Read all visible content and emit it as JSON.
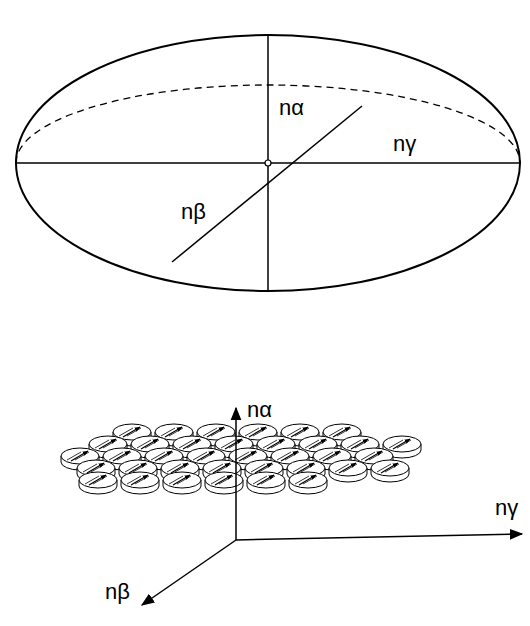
{
  "diagram": {
    "labels": [
      "nα",
      "nβ",
      "nγ",
      "nα",
      "nγ",
      "nβ"
    ]
  }
}
